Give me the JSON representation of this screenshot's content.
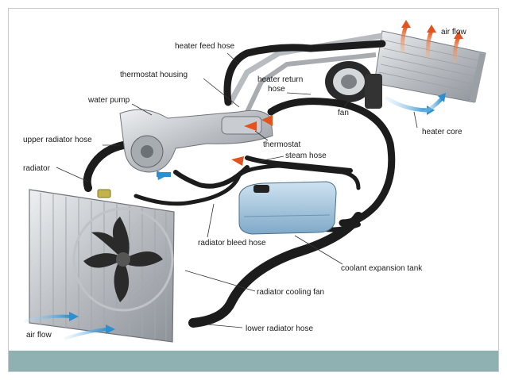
{
  "labels": {
    "heater_feed_hose": "heater feed hose",
    "air_flow_top": "air flow",
    "thermostat_housing": "thermostat housing",
    "heater_return_hose_line1": "heater return",
    "heater_return_hose_line2": "hose",
    "water_pump": "water pump",
    "fan": "fan",
    "heater_core": "heater core",
    "upper_radiator_hose": "upper radiator hose",
    "thermostat": "thermostat",
    "steam_hose": "steam hose",
    "radiator": "radiator",
    "radiator_bleed_hose": "radiator bleed hose",
    "coolant_expansion_tank": "coolant expansion tank",
    "radiator_cooling_fan": "radiator cooling fan",
    "air_flow_bottom": "air flow",
    "lower_radiator_hose": "lower radiator hose"
  },
  "colors": {
    "bottom_bar": "#8fb1b1",
    "hose": "#1c1c1c",
    "air_flow_hot": "#e2541f",
    "air_flow_cold": "#2b8fd0",
    "radiator_metal": "#c6c9cc",
    "coolant_tank": "#9ec3de"
  }
}
